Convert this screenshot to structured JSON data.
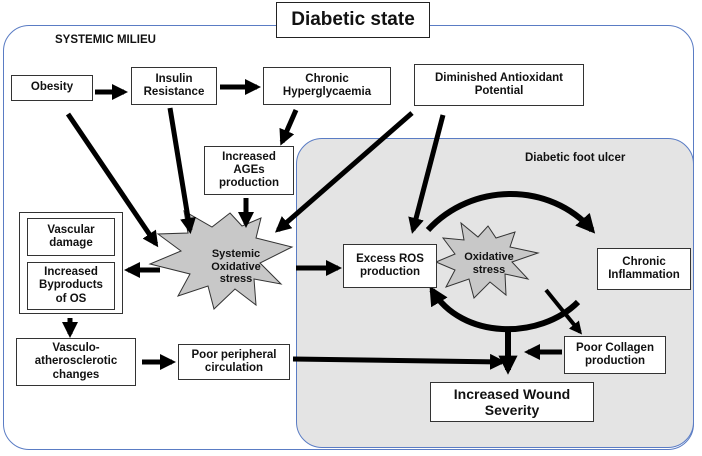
{
  "title": "Diabetic state",
  "regions": {
    "systemic": "SYSTEMIC MILIEU",
    "ulcer": "Diabetic foot ulcer"
  },
  "nodes": {
    "obesity": "Obesity",
    "insulin": "Insulin\nResistance",
    "hyperglycaemia": "Chronic\nHyperglycaemia",
    "antioxidant": "Diminished Antioxidant\nPotential",
    "ages": "Increased\nAGEs\nproduction",
    "vascular_damage": "Vascular\ndamage",
    "byproducts": "Increased\nByproducts\nof OS",
    "systemic_os": "Systemic\nOxidative\nstress",
    "vasculo": "Vasculo-\natherosclerotic\nchanges",
    "poor_circulation": "Poor peripheral\ncirculation",
    "excess_ros": "Excess ROS\nproduction",
    "oxidative_stress": "Oxidative\nstress",
    "chronic_inflammation": "Chronic\nInflammation",
    "poor_collagen": "Poor Collagen\nproduction",
    "wound_severity": "Increased Wound\nSeverity"
  },
  "colors": {
    "region_border": "#5a7cc4",
    "ulcer_fill": "#e4e4e4",
    "burst_fill": "#c8c8c8",
    "arrow": "#000000"
  }
}
